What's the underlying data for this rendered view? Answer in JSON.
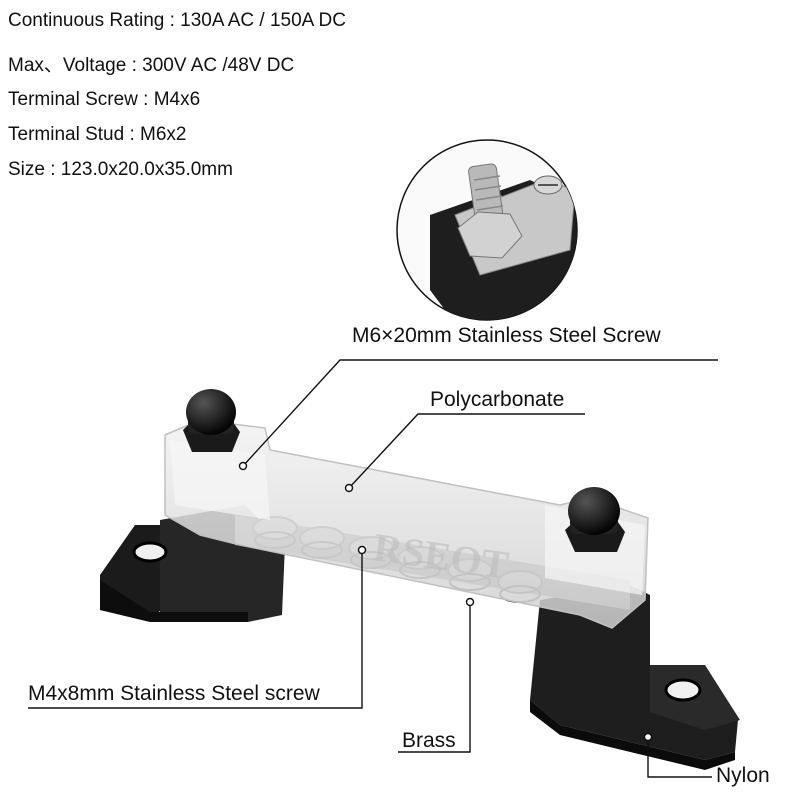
{
  "specs": {
    "continuous_rating": "Continuous Rating : 130A AC / 150A DC",
    "max_voltage": "Max、Voltage : 300V AC /48V DC",
    "terminal_screw": "Terminal Screw : M4x6",
    "terminal_stud": "Terminal Stud : M6x2",
    "size": "Size : 123.0x20.0x35.0mm"
  },
  "callouts": {
    "stud_screw": "M6×20mm Stainless Steel Screw",
    "cover": "Polycarbonate",
    "terminal_screw": "M4x8mm Stainless Steel screw",
    "bar": "Brass",
    "base": "Nylon"
  },
  "watermark": "RSEOT",
  "colors": {
    "base_black": "#1c1c1c",
    "cover_clear": "#e6e6e6",
    "metal": "#b5b5b5"
  }
}
